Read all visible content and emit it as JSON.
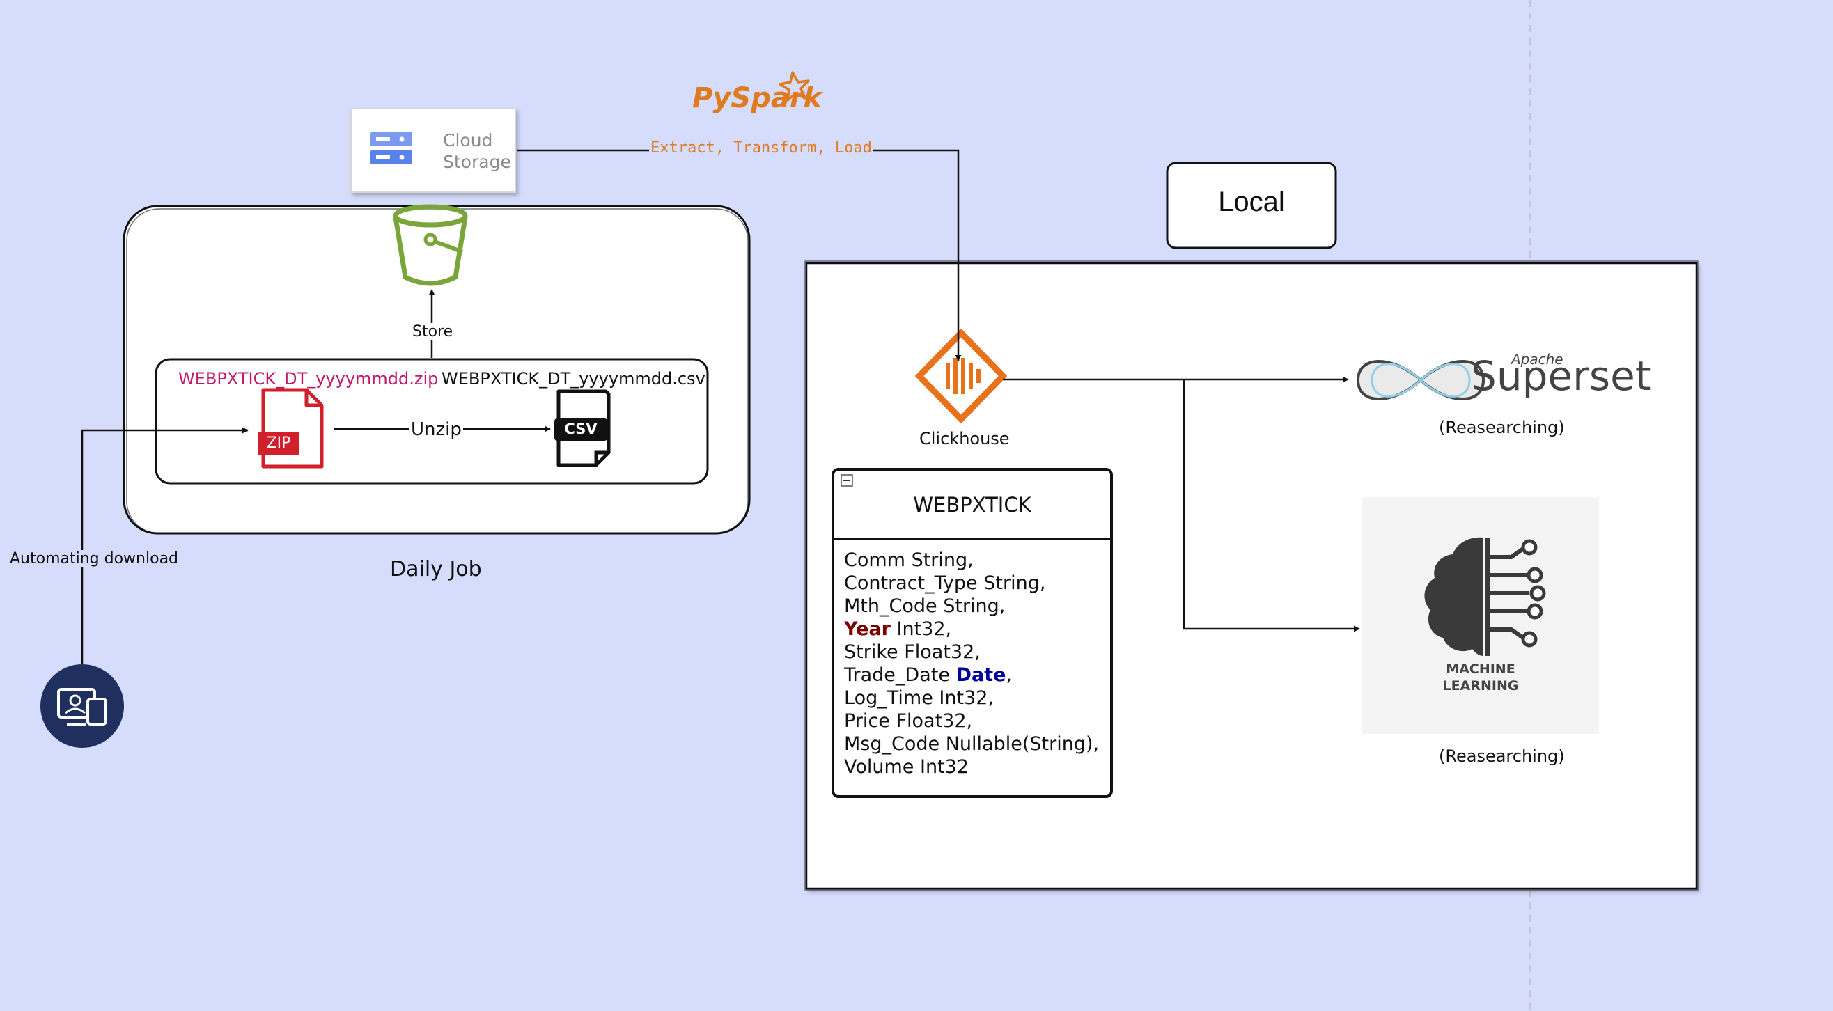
{
  "colors": {
    "background": "#d5dcfc",
    "zip_red": "#d11f2c",
    "clickhouse_orange": "#e8711c",
    "bucket_green": "#7aa53a",
    "etl_orange": "#e07a1f",
    "year_color": "#7a0000",
    "date_color": "#0000a0",
    "zip_label_color": "#c21868"
  },
  "pyspark": {
    "logo_text": "PySpark"
  },
  "cloud_storage": {
    "line1": "Cloud",
    "line2": "Storage",
    "icon": "storage-server-icon"
  },
  "etl_label": "Extract, Transform, Load",
  "store_label": "Store",
  "zip_filename": "WEBPXTICK_DT_yyyymmdd.zip",
  "csv_filename": "WEBPXTICK_DT_yyyymmdd.csv",
  "zip_icon_text": "ZIP",
  "csv_icon_text": "CSV",
  "unzip_label": "Unzip",
  "daily_job_label": "Daily Job",
  "automating_download_label": "Automating download",
  "local_label": "Local",
  "clickhouse_label": "Clickhouse",
  "table": {
    "name": "WEBPXTICK",
    "fields": [
      {
        "name": "Comm",
        "type": "String",
        "suffix": ","
      },
      {
        "name": "Contract_Type",
        "type": "String",
        "suffix": ","
      },
      {
        "name": "Mth_Code",
        "type": "String",
        "suffix": ","
      },
      {
        "name": "Year",
        "type": "Int32",
        "suffix": ",",
        "highlight": "name"
      },
      {
        "name": "Strike",
        "type": "Float32",
        "suffix": ","
      },
      {
        "name": "Trade_Date",
        "type": "Date",
        "suffix": ",",
        "highlight": "type"
      },
      {
        "name": "Log_Time",
        "type": "Int32",
        "suffix": ","
      },
      {
        "name": "Price",
        "type": "Float32",
        "suffix": ","
      },
      {
        "name": "Msg_Code",
        "type": "Nullable(String)",
        "suffix": ","
      },
      {
        "name": "Volume",
        "type": "Int32",
        "suffix": ""
      }
    ]
  },
  "superset": {
    "apache_text": "Apache",
    "logo_text": "Superset",
    "status": "(Reasearching)"
  },
  "ml": {
    "line1": "MACHINE",
    "line2": "LEARNING",
    "status": "(Reasearching)"
  }
}
